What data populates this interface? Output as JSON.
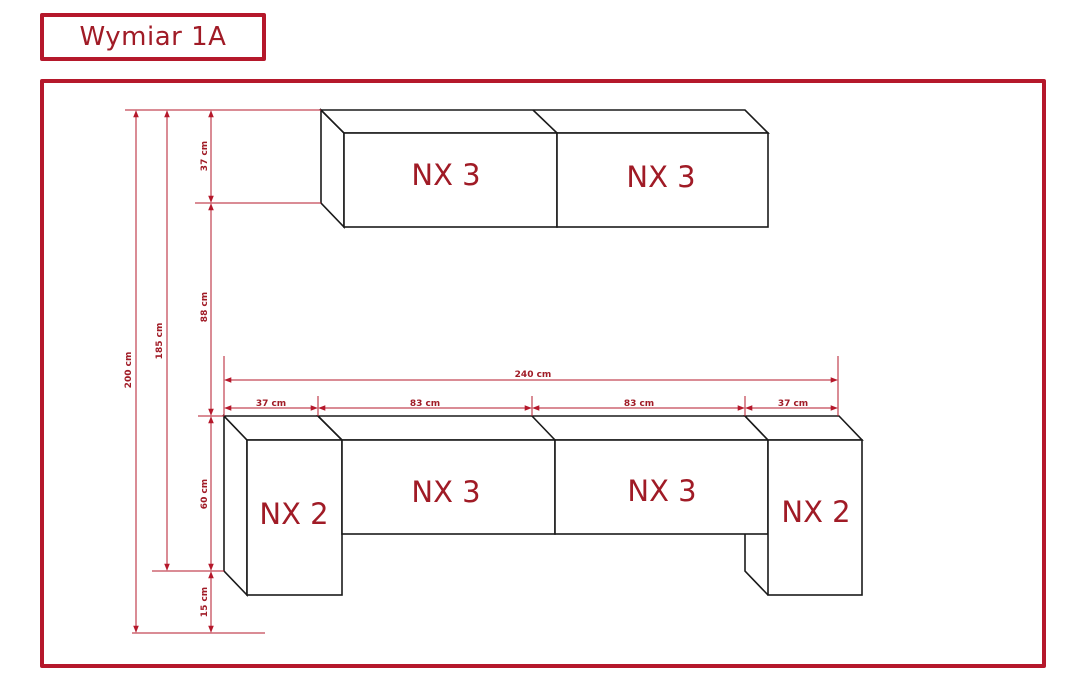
{
  "title": "Wymiar 1A",
  "colors": {
    "accent": "#b5182b",
    "label": "#a01b26",
    "line": "#1a1a1a",
    "dimension": "#b5182b"
  },
  "upper_units": [
    {
      "label": "NX 3"
    },
    {
      "label": "NX 3"
    }
  ],
  "lower_units": [
    {
      "label": "NX 2"
    },
    {
      "label": "NX 3"
    },
    {
      "label": "NX 3"
    },
    {
      "label": "NX 2"
    }
  ],
  "dimensions": {
    "vertical": {
      "total_height": "200 cm",
      "top_to_floor_cabinet": "185 cm",
      "upper_height": "37 cm",
      "gap": "88 cm",
      "lower_height": "60 cm",
      "leg_height": "15 cm"
    },
    "horizontal": {
      "total_width": "240 cm",
      "segments": [
        "37 cm",
        "83 cm",
        "83 cm",
        "37 cm"
      ]
    }
  }
}
